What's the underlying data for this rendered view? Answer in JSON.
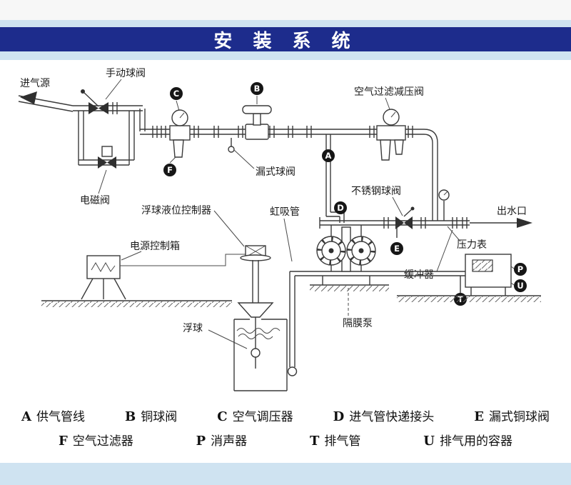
{
  "page": {
    "title": "安 装 系 统",
    "colors": {
      "title_bg": "#1d2c8c",
      "band": "#cfe3f1",
      "line": "#3a3a3a",
      "background": "#ffffff"
    }
  },
  "diagram": {
    "labels": {
      "air_source": "进气源",
      "manual_ball_valve": "手动球阀",
      "air_filter_regulator": "空气过滤减压阀",
      "leak_ball_valve": "漏式球阀",
      "solenoid_valve": "电磁阀",
      "float_level_controller": "浮球液位控制器",
      "siphon_tube": "虹吸管",
      "stainless_ball_valve": "不锈钢球阀",
      "water_outlet": "出水口",
      "pressure_gauge": "压力表",
      "power_control_box": "电源控制箱",
      "buffer": "缓冲器",
      "float_ball": "浮球",
      "diaphragm_pump": "隔膜泵"
    },
    "markers": {
      "A": "A",
      "B": "B",
      "C": "C",
      "D": "D",
      "E": "E",
      "F": "F",
      "P": "P",
      "T": "T",
      "U": "U"
    }
  },
  "legend": {
    "row1": [
      {
        "key": "A",
        "label": "供气管线"
      },
      {
        "key": "B",
        "label": "铜球阀"
      },
      {
        "key": "C",
        "label": "空气调压器"
      },
      {
        "key": "D",
        "label": "进气管快递接头"
      },
      {
        "key": "E",
        "label": "漏式铜球阀"
      }
    ],
    "row2": [
      {
        "key": "F",
        "label": "空气过滤器"
      },
      {
        "key": "P",
        "label": "消声器"
      },
      {
        "key": "T",
        "label": "排气管"
      },
      {
        "key": "U",
        "label": "排气用的容器"
      }
    ]
  }
}
